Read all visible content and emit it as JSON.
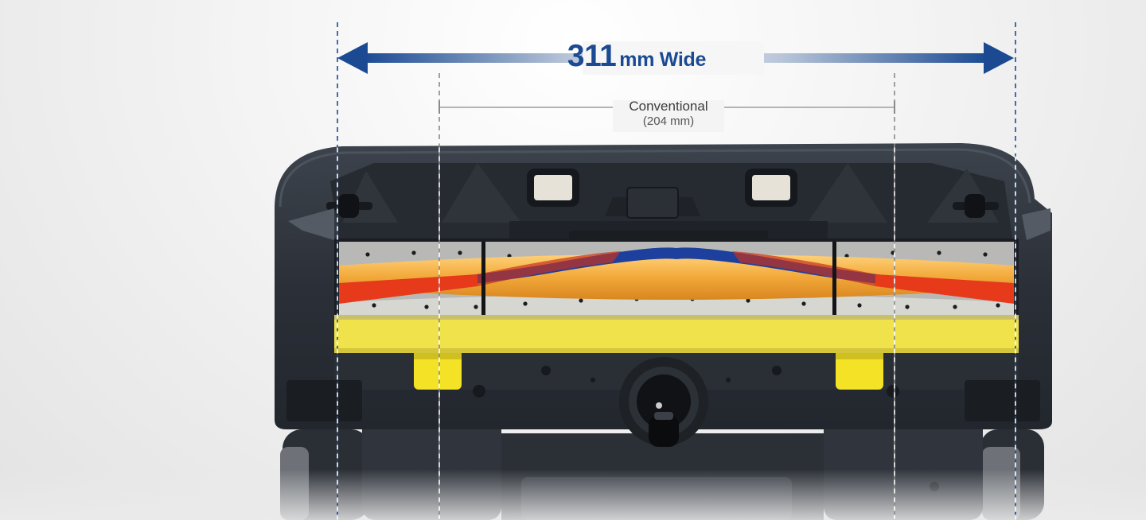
{
  "annotation": {
    "main_width_value": "311",
    "main_width_unit": "mm Wide",
    "conventional_label": "Conventional",
    "conventional_width": "(204 mm)"
  },
  "colors": {
    "accent_blue": "#1b4a93",
    "body_dark": "#2e333b",
    "brush_orange": "#f2a93a",
    "bristle_blue": "#1d3f9e",
    "bristle_red": "#e63a1a",
    "bumper_yellow": "#f0e24a",
    "clip_yellow": "#f4e227"
  }
}
